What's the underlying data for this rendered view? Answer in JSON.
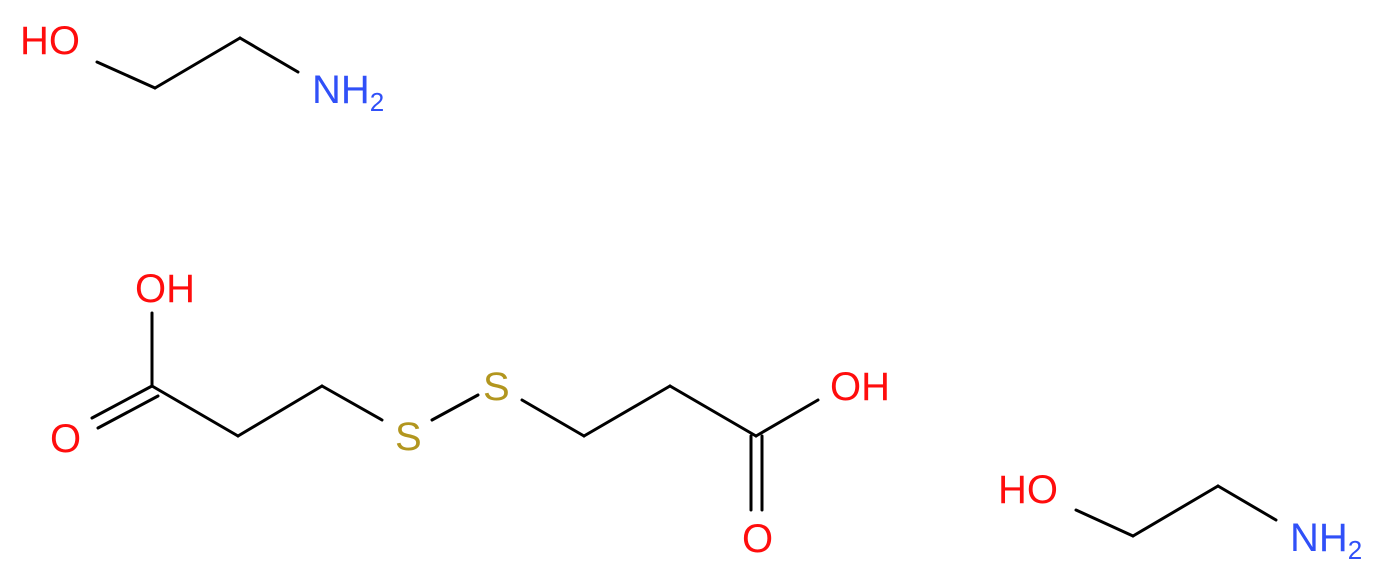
{
  "colors": {
    "bond": "#000000",
    "oxygen": "#ff0d0d",
    "nitrogen": "#3050f8",
    "sulfur": "#b2961f",
    "background": "#ffffff"
  },
  "molecules": [
    {
      "name": "ethanolamine",
      "atoms": {
        "hydroxyl": "HO",
        "amine": "NH",
        "amine_subscript": "2"
      }
    },
    {
      "name": "3,3'-dithiodipropionic acid",
      "atoms": {
        "hydroxyl_left": "OH",
        "carbonyl_left": "O",
        "sulfur_left": "S",
        "sulfur_right": "S",
        "hydroxyl_right": "OH",
        "carbonyl_right": "O"
      }
    },
    {
      "name": "ethanolamine",
      "atoms": {
        "hydroxyl": "HO",
        "amine": "NH",
        "amine_subscript": "2"
      }
    }
  ]
}
